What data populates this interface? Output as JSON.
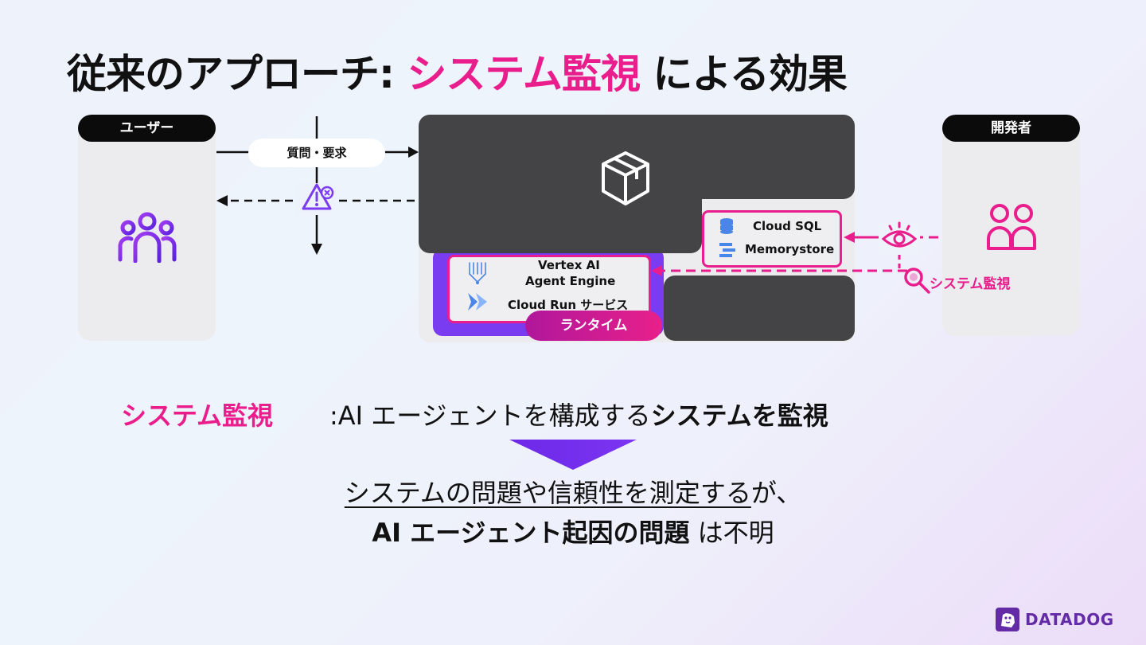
{
  "title": {
    "prefix": "従来のアプローチ: ",
    "highlight": "システム監視",
    "suffix": " による効果"
  },
  "user_panel": {
    "label": "ユーザー",
    "icon": "users-icon"
  },
  "developer_panel": {
    "label": "開発者",
    "icon": "developers-icon"
  },
  "flow": {
    "request_label": "質問・要求",
    "alert_icon": "alert-icon"
  },
  "center": {
    "package_icon": "package-icon",
    "datastores": [
      {
        "label": "Cloud SQL",
        "icon": "cloud-sql-icon"
      },
      {
        "label": "Memorystore",
        "icon": "memorystore-icon"
      }
    ],
    "runtime_services": {
      "line1": "Vertex AI",
      "line2": "Agent Engine",
      "line3": "Cloud Run サービス"
    },
    "runtime_label": "ランタイム"
  },
  "monitoring": {
    "eye_icon": "eye-icon",
    "search_icon": "magnifier-icon",
    "label": "システム監視"
  },
  "explanation": {
    "term": "システム監視",
    "desc_plain": ":AI エージェントを構成する",
    "desc_bold": "システムを監視",
    "result_underlined": "システムの問題や信頼性を測定する",
    "result_tail": "が、",
    "result2_bold": "AI エージェント起因の問題",
    "result2_tail": " は不明"
  },
  "brand": {
    "name": "DATADOG",
    "color": "#632ca6"
  },
  "colors": {
    "accent": "#ea1d8c",
    "purple": "#7a3cf0",
    "dark": "#444446"
  }
}
